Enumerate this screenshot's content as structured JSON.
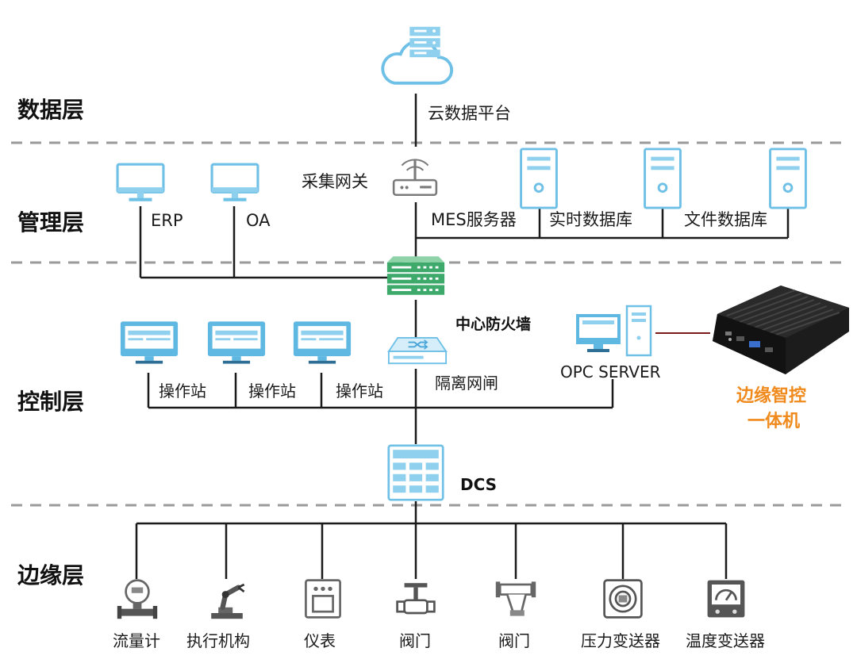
{
  "layers": {
    "data": "数据层",
    "management": "管理层",
    "control": "控制层",
    "edge": "边缘层"
  },
  "nodes": {
    "cloud_platform": "云数据平台",
    "gateway": "采集网关",
    "erp": "ERP",
    "oa": "OA",
    "mes_server": "MES服务器",
    "realtime_db": "实时数据库",
    "file_db": "文件数据库",
    "firewall": "中心防火墙",
    "isolation_gate": "隔离网闸",
    "opc_server": "OPC SERVER",
    "edge_box_line1": "边缘智控",
    "edge_box_line2": "一体机",
    "dcs": "DCS",
    "stations": [
      "操作站",
      "操作站",
      "操作站"
    ],
    "devices": [
      "流量计",
      "执行机构",
      "仪表",
      "阀门",
      "阀门",
      "压力变送器",
      "温度变送器"
    ]
  },
  "colors": {
    "icon_blue": "#8fd0ee",
    "icon_stroke": "#5fb3dd",
    "firewall_green": "#3daa6b",
    "accent_orange": "#f08a1c",
    "divider": "#9a9a9a",
    "link_red": "#7a1a1a"
  },
  "icons": {
    "cloud": "cloud-server-icon",
    "gateway": "router-icon",
    "monitor": "monitor-icon",
    "tower": "server-tower-icon",
    "firewall": "firewall-icon",
    "isolation": "network-switch-icon",
    "workstation": "workstation-icon",
    "dcs": "dcs-cabinet-icon",
    "devices": [
      "flowmeter-icon",
      "robot-arm-icon",
      "meter-panel-icon",
      "valve-icon",
      "valve-body-icon",
      "pressure-transmitter-icon",
      "temperature-gauge-icon"
    ]
  }
}
